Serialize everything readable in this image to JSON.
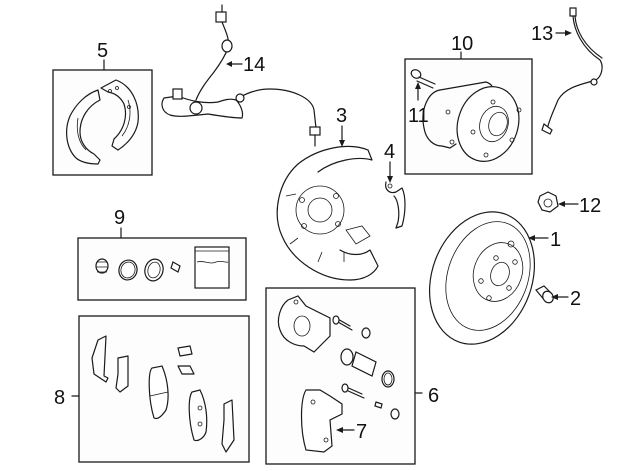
{
  "diagram": {
    "title": "Rear brake components",
    "colors": {
      "line": "#1a1a1a",
      "background": "#ffffff",
      "box_fill": "#fdfdfd"
    },
    "callouts": [
      {
        "id": "1",
        "label": "1",
        "part": "brake-rotor"
      },
      {
        "id": "2",
        "label": "2",
        "part": "rotor-plug"
      },
      {
        "id": "3",
        "label": "3",
        "part": "splash-shield"
      },
      {
        "id": "4",
        "label": "4",
        "part": "bracket"
      },
      {
        "id": "5",
        "label": "5",
        "part": "parking-brake-shoes"
      },
      {
        "id": "6",
        "label": "6",
        "part": "caliper-assembly"
      },
      {
        "id": "7",
        "label": "7",
        "part": "caliper-support"
      },
      {
        "id": "8",
        "label": "8",
        "part": "brake-pad-set"
      },
      {
        "id": "9",
        "label": "9",
        "part": "caliper-repair-kit"
      },
      {
        "id": "10",
        "label": "10",
        "part": "hub-bearing-assembly"
      },
      {
        "id": "11",
        "label": "11",
        "part": "hub-bolt"
      },
      {
        "id": "12",
        "label": "12",
        "part": "lug-nut"
      },
      {
        "id": "13",
        "label": "13",
        "part": "brake-hose"
      },
      {
        "id": "14",
        "label": "14",
        "part": "abs-sensor"
      }
    ]
  }
}
